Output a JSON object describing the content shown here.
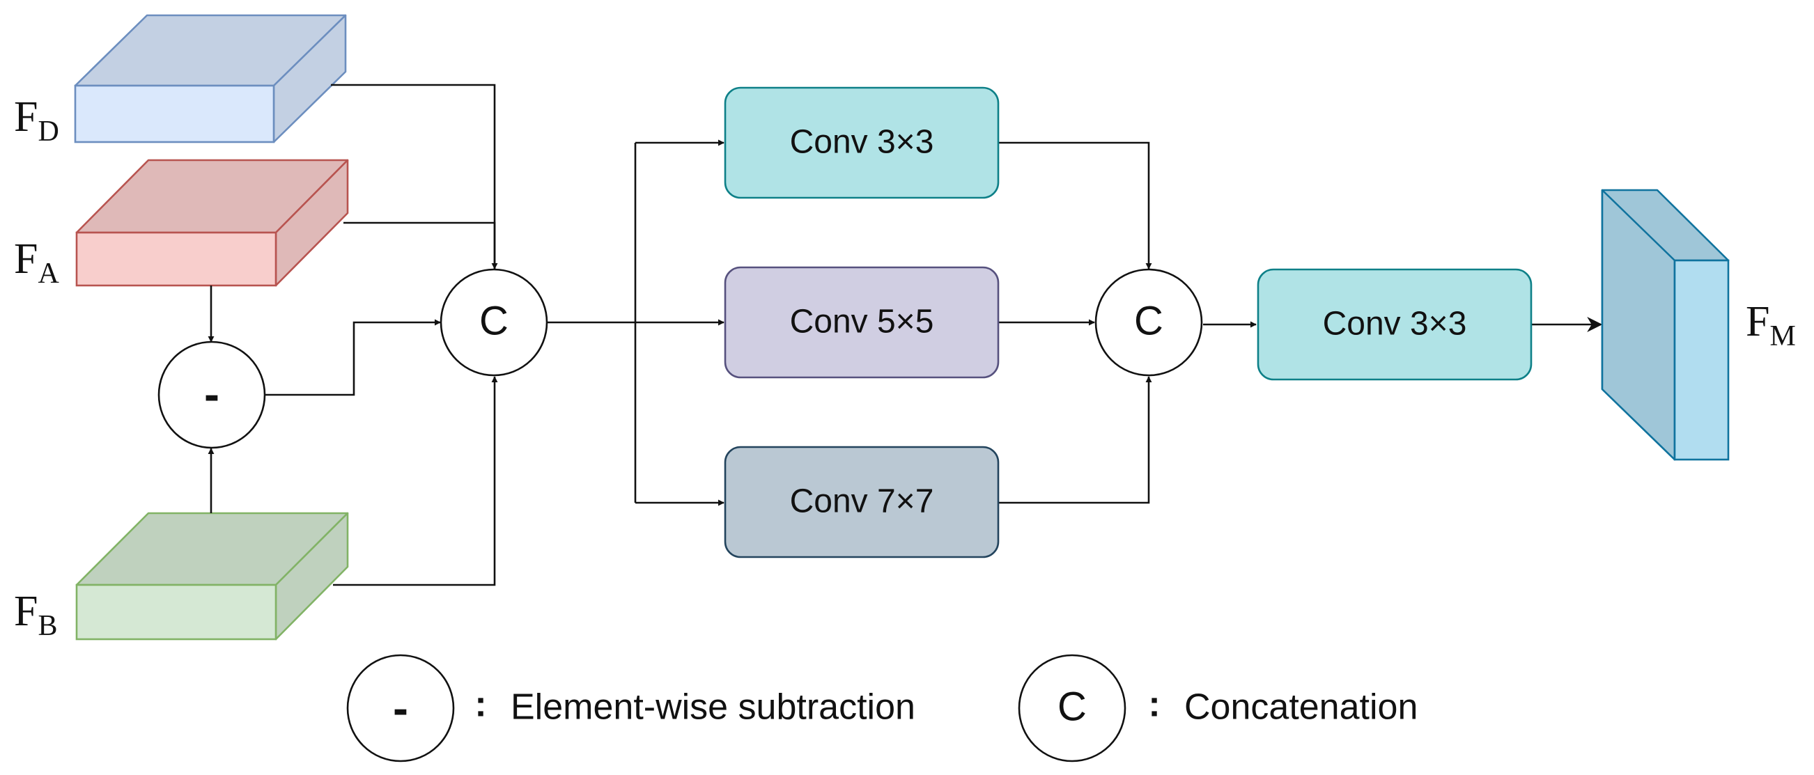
{
  "inputs": {
    "fd": {
      "base": "F",
      "sub": "D"
    },
    "fa": {
      "base": "F",
      "sub": "A"
    },
    "fb": {
      "base": "F",
      "sub": "B"
    }
  },
  "output": {
    "base": "F",
    "sub": "M"
  },
  "ops": {
    "subtract_symbol": "-",
    "concat_symbol": "C"
  },
  "convs": {
    "top": "Conv 3×3",
    "middle": "Conv 5×5",
    "bottom": "Conv 7×7",
    "final": "Conv 3×3"
  },
  "legend": {
    "subtract_symbol": "-",
    "subtract_desc": "Element-wise subtraction",
    "concat_symbol": "C",
    "concat_desc": "Concatenation",
    "separator": ":"
  },
  "colors": {
    "fd_front": "#dae8fc",
    "fd_top": "#c3d0e3",
    "fd_stroke": "#6c8ebf",
    "fa_front": "#f8cecc",
    "fa_top": "#dfb9b8",
    "fa_stroke": "#b85450",
    "fb_front": "#d5e8d4",
    "fb_top": "#bfd1be",
    "fb_stroke": "#82b366",
    "conv3_fill": "#b0e3e6",
    "conv3_stroke": "#0e8088",
    "conv5_fill": "#d0cee2",
    "conv5_stroke": "#56517e",
    "conv7_fill": "#bac8d3",
    "conv7_stroke": "#23445d",
    "fm_front": "#b1ddf0",
    "fm_side": "#9fc6d8",
    "fm_stroke": "#10739e"
  }
}
